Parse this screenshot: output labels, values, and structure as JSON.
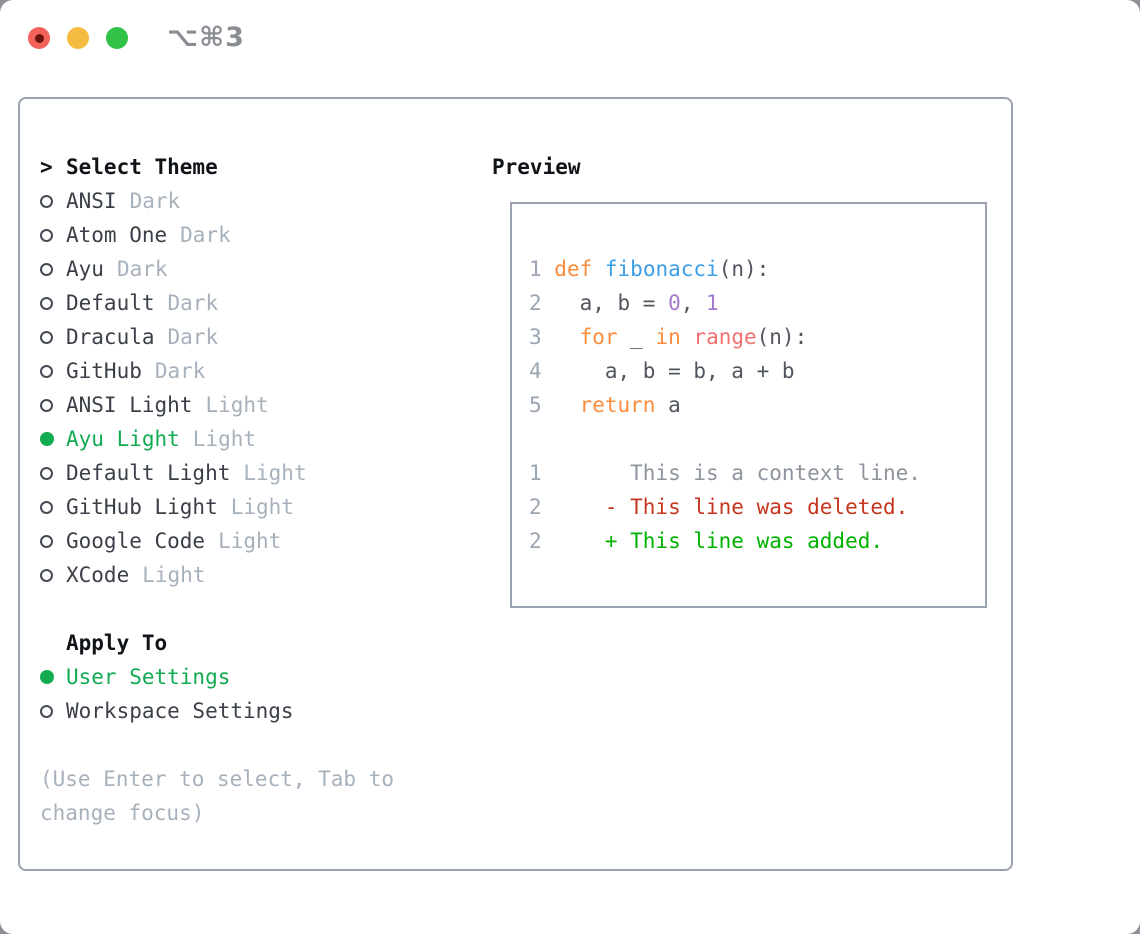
{
  "window": {
    "title": "⌥⌘3",
    "traffic_lights": [
      "close",
      "minimize",
      "zoom"
    ],
    "unsaved_indicator": true
  },
  "theme_panel": {
    "header_marker": ">",
    "header": "Select Theme",
    "themes": [
      {
        "name": "ANSI",
        "tag": "Dark",
        "selected": false
      },
      {
        "name": "Atom One",
        "tag": "Dark",
        "selected": false
      },
      {
        "name": "Ayu",
        "tag": "Dark",
        "selected": false
      },
      {
        "name": "Default",
        "tag": "Dark",
        "selected": false
      },
      {
        "name": "Dracula",
        "tag": "Dark",
        "selected": false
      },
      {
        "name": "GitHub",
        "tag": "Dark",
        "selected": false
      },
      {
        "name": "ANSI Light",
        "tag": "Light",
        "selected": false
      },
      {
        "name": "Ayu Light",
        "tag": "Light",
        "selected": true
      },
      {
        "name": "Default Light",
        "tag": "Light",
        "selected": false
      },
      {
        "name": "GitHub Light",
        "tag": "Light",
        "selected": false
      },
      {
        "name": "Google Code",
        "tag": "Light",
        "selected": false
      },
      {
        "name": "XCode",
        "tag": "Light",
        "selected": false
      }
    ],
    "apply_to": {
      "header": "Apply To",
      "options": [
        {
          "name": "User Settings",
          "selected": true
        },
        {
          "name": "Workspace Settings",
          "selected": false
        }
      ]
    },
    "help": "(Use Enter to select, Tab to change focus)"
  },
  "preview": {
    "header": "Preview",
    "code_lines": [
      {
        "num": "1",
        "segments": [
          {
            "text": "def",
            "tok": "keyword"
          },
          {
            "text": " ",
            "tok": "plain"
          },
          {
            "text": "fibonacci",
            "tok": "function"
          },
          {
            "text": "(n):",
            "tok": "plain"
          }
        ]
      },
      {
        "num": "2",
        "segments": [
          {
            "text": "  a, b = ",
            "tok": "plain"
          },
          {
            "text": "0",
            "tok": "number"
          },
          {
            "text": ", ",
            "tok": "plain"
          },
          {
            "text": "1",
            "tok": "number"
          }
        ]
      },
      {
        "num": "3",
        "segments": [
          {
            "text": "  ",
            "tok": "plain"
          },
          {
            "text": "for",
            "tok": "keyword"
          },
          {
            "text": " _ ",
            "tok": "plain"
          },
          {
            "text": "in",
            "tok": "keyword"
          },
          {
            "text": " ",
            "tok": "plain"
          },
          {
            "text": "range",
            "tok": "builtin"
          },
          {
            "text": "(n):",
            "tok": "plain"
          }
        ]
      },
      {
        "num": "4",
        "segments": [
          {
            "text": "    a, b = b, a + b",
            "tok": "plain"
          }
        ]
      },
      {
        "num": "5",
        "segments": [
          {
            "text": "  ",
            "tok": "plain"
          },
          {
            "text": "return",
            "tok": "keyword"
          },
          {
            "text": " a",
            "tok": "plain"
          }
        ]
      }
    ],
    "diff_lines": [
      {
        "num": "1",
        "sign": " ",
        "text": "This is a context line.",
        "type": "context"
      },
      {
        "num": "2",
        "sign": "-",
        "text": "This line was deleted.",
        "type": "deleted"
      },
      {
        "num": "2",
        "sign": "+",
        "text": "This line was added.",
        "type": "added"
      }
    ]
  },
  "colors": {
    "accent_green": "#13ab52",
    "keyword_orange": "#fa8d3e",
    "function_blue": "#3b9ee6",
    "number_purple": "#a37acc",
    "builtin_coral": "#f17171",
    "code_text": "#50555e",
    "line_number": "#9aa5b3",
    "muted_gray": "#a7b1bc",
    "diff_context": "#8d949d",
    "diff_deleted": "#c5361f",
    "diff_added": "#00b200",
    "list_text": "#3a3f48",
    "header_black": "#101317",
    "border_gray": "#9aa3af",
    "traffic_red": "#f4635b",
    "traffic_yellow": "#f6bc40",
    "traffic_green": "#33c248",
    "title_gray": "#8a8e94"
  }
}
